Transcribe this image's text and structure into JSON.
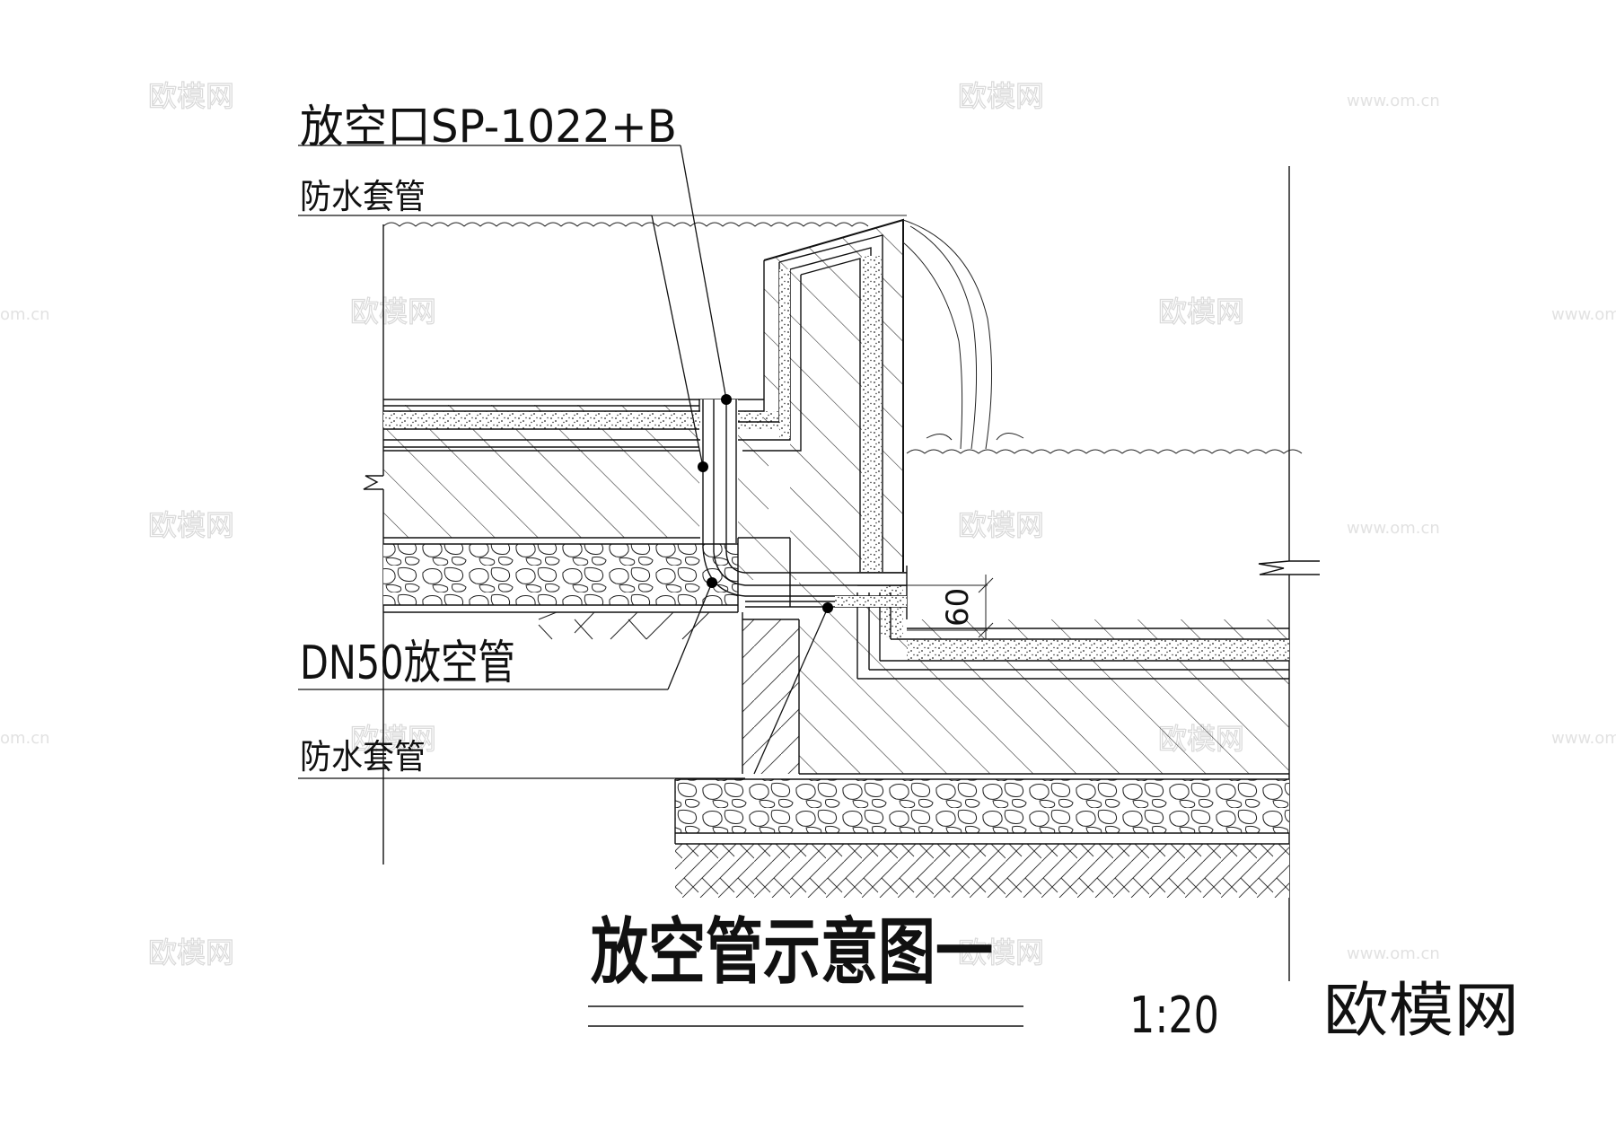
{
  "labels": {
    "outlet": "放空口SP-1022+B",
    "sleeve_top": "防水套管",
    "pipe": "DN50放空管",
    "sleeve_bottom": "防水套管",
    "dimension": "60",
    "title": "放空管示意图一",
    "scale": "1:20",
    "brand": "欧模网"
  },
  "watermarks": {
    "cn": "欧模网",
    "url": "www.om.cn",
    "url_partial": "om.cn"
  },
  "colors": {
    "line": "#111111",
    "watermark": "#d9d9d9",
    "background": "#ffffff"
  }
}
